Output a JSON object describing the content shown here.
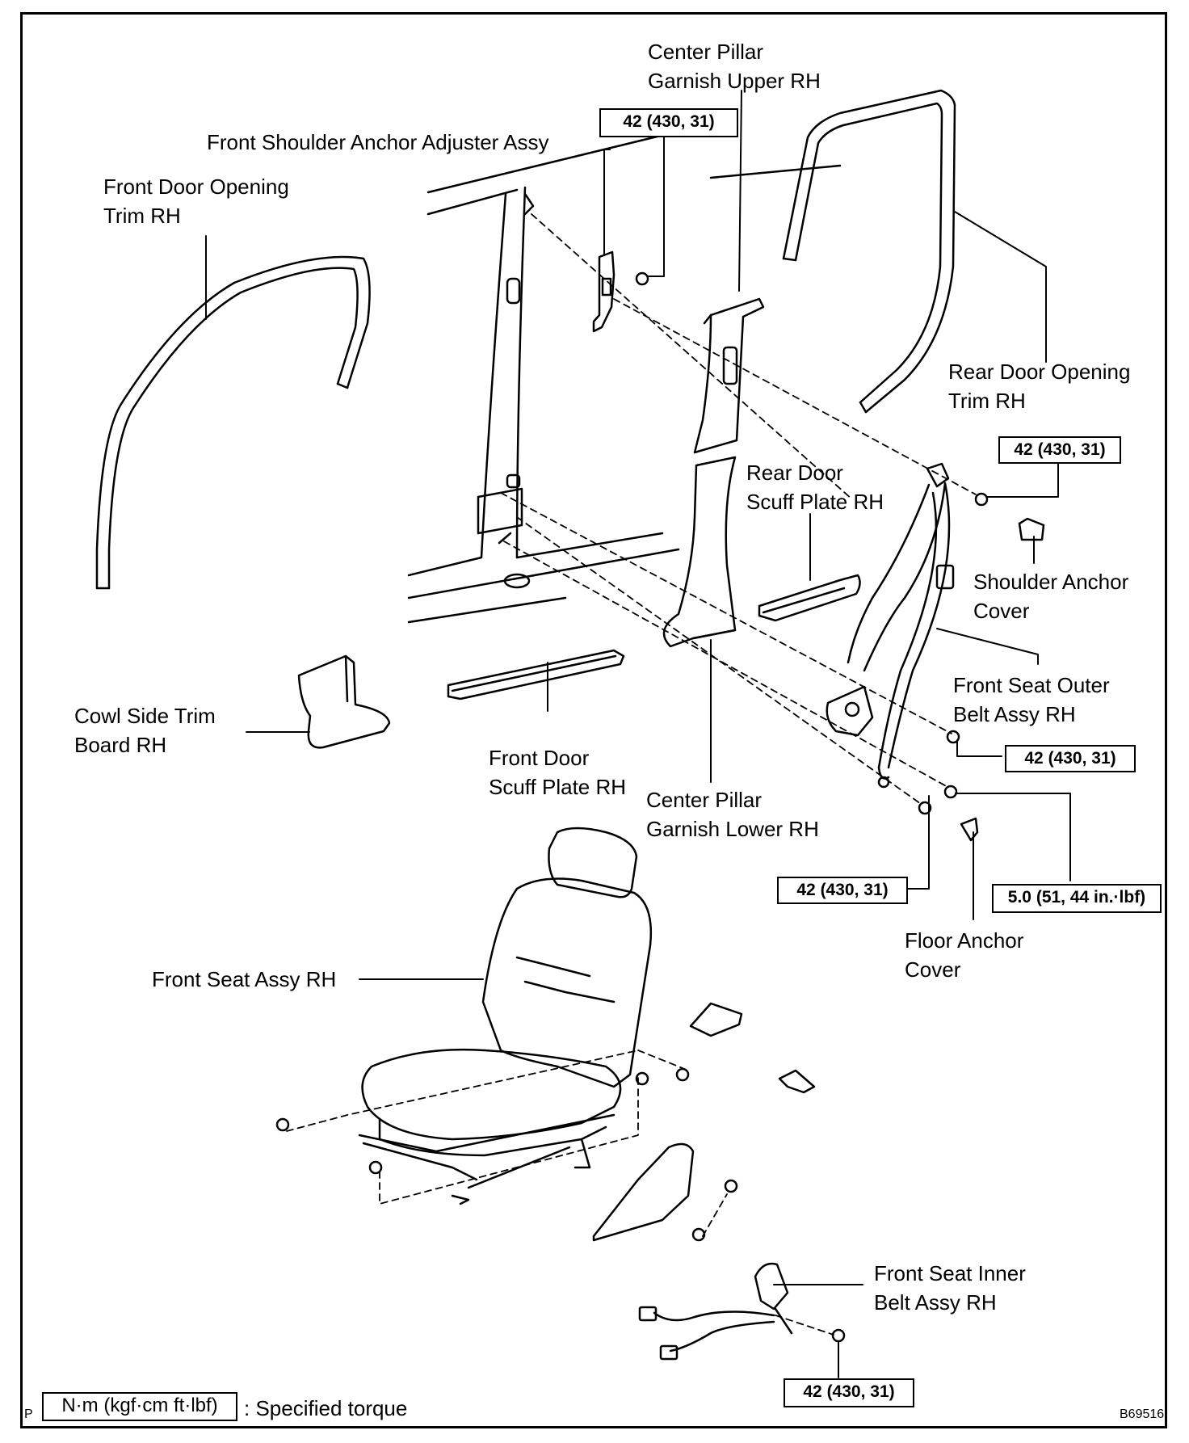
{
  "labels": {
    "center_pillar_upper": [
      "Center Pillar",
      "Garnish Upper RH"
    ],
    "front_shoulder_anchor_adjuster": "Front Shoulder Anchor Adjuster Assy",
    "front_door_opening_trim": [
      "Front Door Opening",
      "Trim RH"
    ],
    "rear_door_opening_trim": [
      "Rear Door Opening",
      "Trim RH"
    ],
    "rear_door_scuff_plate": [
      "Rear Door",
      "Scuff Plate RH"
    ],
    "shoulder_anchor_cover": [
      "Shoulder Anchor",
      "Cover"
    ],
    "front_seat_outer_belt": [
      "Front Seat Outer",
      "Belt Assy RH"
    ],
    "cowl_side_trim": [
      "Cowl Side Trim",
      "Board RH"
    ],
    "front_door_scuff_plate": [
      "Front Door",
      "Scuff Plate RH"
    ],
    "center_pillar_lower": [
      "Center Pillar",
      "Garnish Lower RH"
    ],
    "floor_anchor_cover": [
      "Floor Anchor",
      "Cover"
    ],
    "front_seat_assy": "Front Seat Assy RH",
    "front_seat_inner_belt": [
      "Front Seat Inner",
      "Belt Assy RH"
    ]
  },
  "torques": {
    "adjuster_bolt": "42 (430, 31)",
    "shoulder_anchor_bolt": "42 (430, 31)",
    "outer_belt_retractor_bolt": "42 (430, 31)",
    "floor_anchor_bolt": "42 (430, 31)",
    "small_bolt": "5.0 (51, 44 in.·lbf)",
    "inner_belt_bolt": "42 (430, 31)"
  },
  "legend": {
    "unit_box": "N·m (kgf·cm ft·lbf)",
    "description": ": Specified torque"
  },
  "corner_marks": {
    "left": "P",
    "figure_id": "B69516"
  },
  "colors": {
    "line": "#000000",
    "background": "#ffffff"
  }
}
